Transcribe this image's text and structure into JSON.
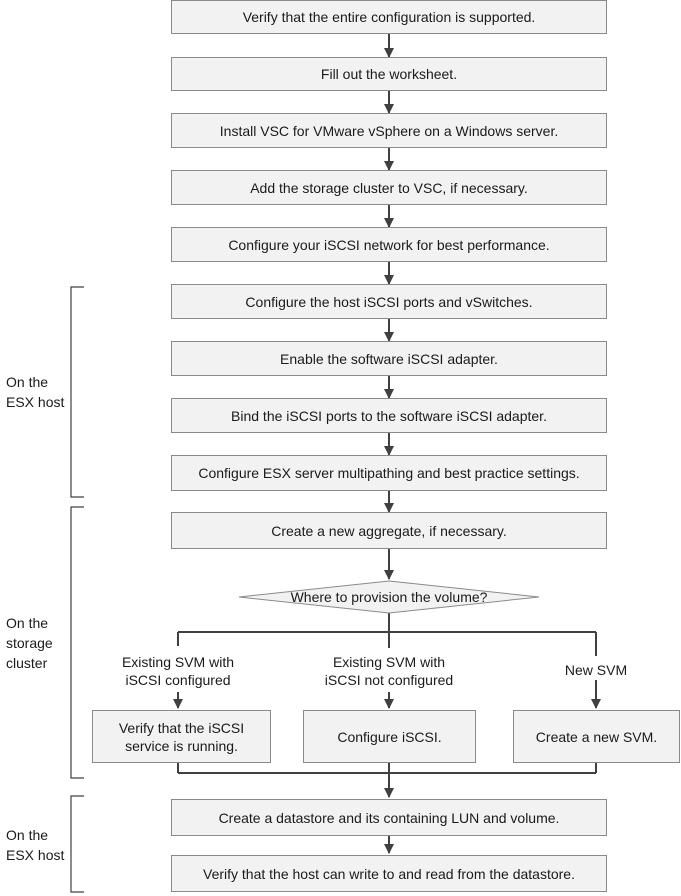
{
  "steps": {
    "s1": "Verify that the entire configuration is supported.",
    "s2": "Fill out the worksheet.",
    "s3": "Install VSC for VMware vSphere on a Windows server.",
    "s4": "Add the storage cluster to VSC, if necessary.",
    "s5": "Configure your iSCSI network for best performance.",
    "s6": "Configure the host iSCSI ports and vSwitches.",
    "s7": "Enable the software iSCSI adapter.",
    "s8": "Bind the iSCSI ports to the software iSCSI adapter.",
    "s9": "Configure ESX server multipathing and best practice settings.",
    "s10": "Create a new aggregate, if necessary.",
    "s11": "Create a datastore and its containing LUN and volume.",
    "s12": "Verify that the host can write to and read from the datastore."
  },
  "decision": {
    "label": "Where to provision the volume?"
  },
  "branches": {
    "left": {
      "line1": "Existing SVM with",
      "line2": "iSCSI configured",
      "box_line1": "Verify that the iSCSI",
      "box_line2": "service is running."
    },
    "middle": {
      "line1": "Existing SVM with",
      "line2": "iSCSI not configured",
      "box": "Configure iSCSI."
    },
    "right": {
      "label": "New SVM",
      "box": "Create a new SVM."
    }
  },
  "sides": {
    "esx1": {
      "line1": "On the",
      "line2": "ESX host"
    },
    "storage": {
      "line1": "On the",
      "line2": "storage",
      "line3": "cluster"
    },
    "esx2": {
      "line1": "On the",
      "line2": "ESX host"
    }
  },
  "colors": {
    "box_fill": "#f2f2f2",
    "box_border": "#8a8a8a",
    "arrow": "#404040",
    "bracket": "#404040"
  }
}
